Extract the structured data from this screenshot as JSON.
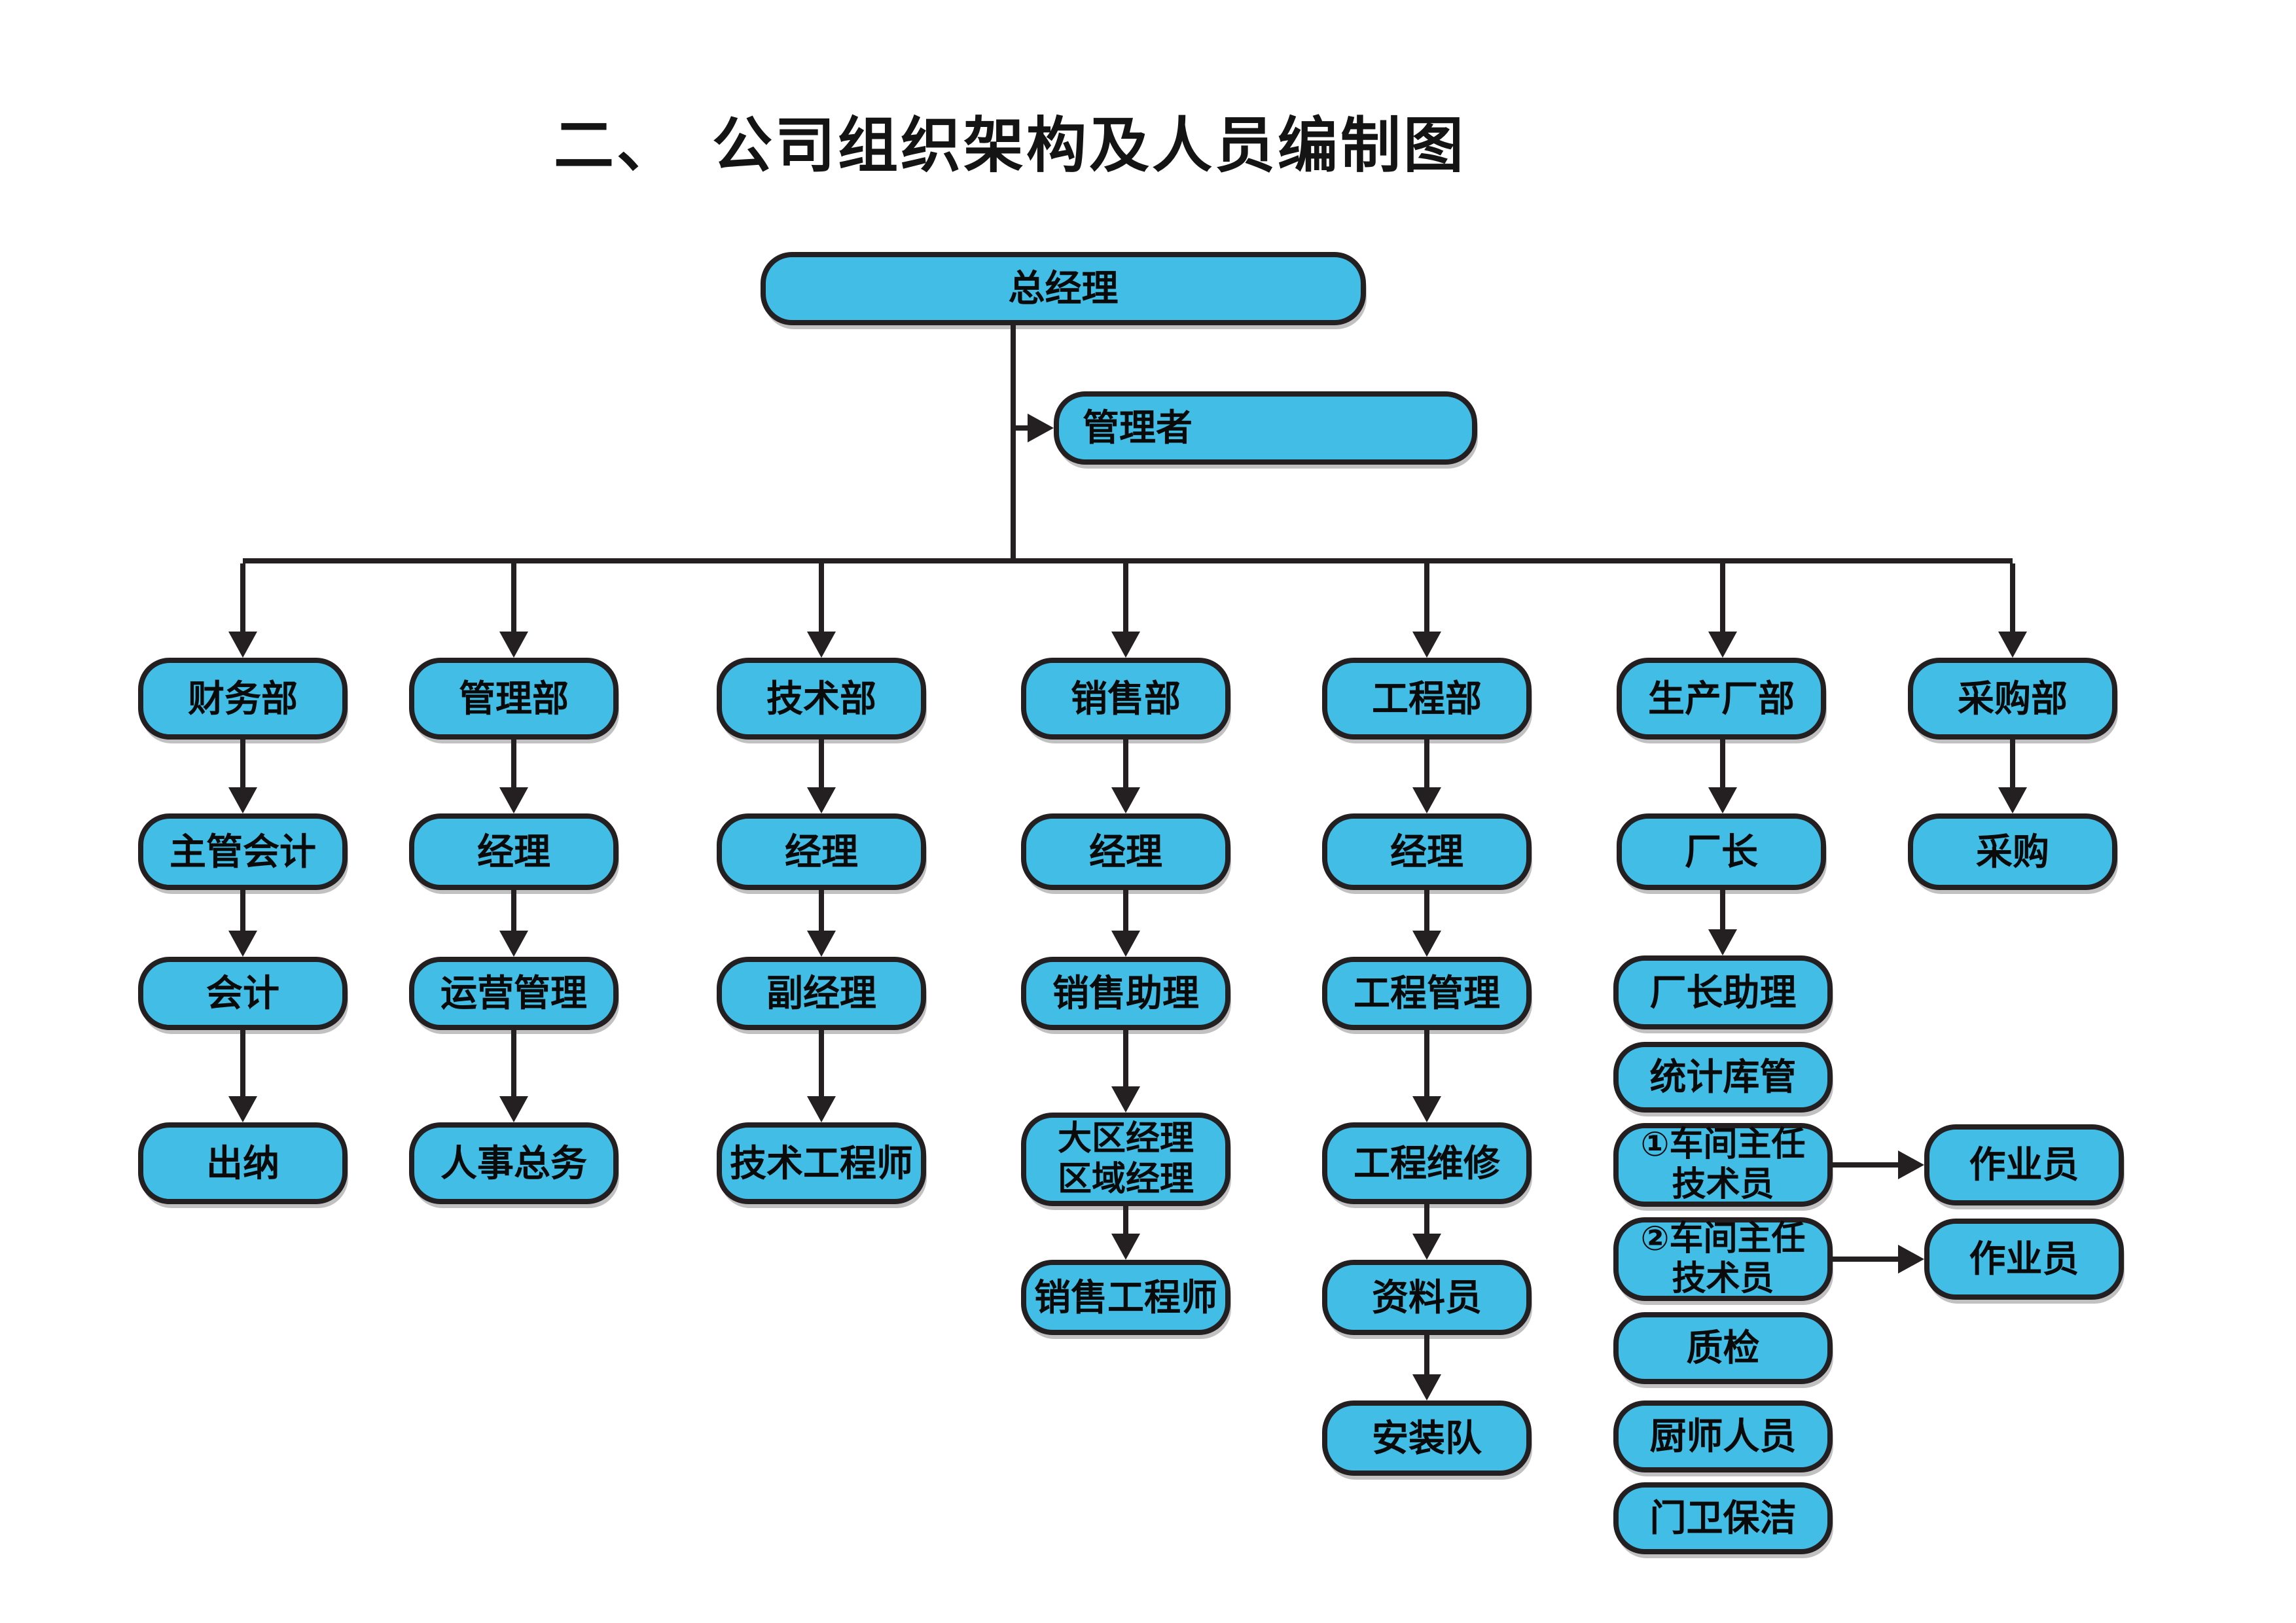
{
  "title": "二、　公司组织架构及人员编制图",
  "org": {
    "general_manager": "总经理",
    "manager": "管理者",
    "departments": [
      {
        "name": "财务部",
        "positions": [
          "主管会计",
          "会计",
          "出纳"
        ]
      },
      {
        "name": "管理部",
        "positions": [
          "经理",
          "运营管理",
          "人事总务"
        ]
      },
      {
        "name": "技术部",
        "positions": [
          "经理",
          "副经理",
          "技术工程师"
        ]
      },
      {
        "name": "销售部",
        "positions": [
          "经理",
          "销售助理",
          "大区经理",
          "区域经理",
          "销售工程师"
        ]
      },
      {
        "name": "工程部",
        "positions": [
          "经理",
          "工程管理",
          "工程维修",
          "资料员",
          "安装队"
        ]
      },
      {
        "name": "生产厂部",
        "positions": [
          "厂长",
          "厂长助理",
          "统计库管",
          "①车间主任",
          "技术员",
          "②车间主任",
          "技术员",
          "质检",
          "厨师人员",
          "门卫保洁"
        ],
        "workers": [
          "作业员",
          "作业员"
        ]
      },
      {
        "name": "采购部",
        "positions": [
          "采购"
        ]
      }
    ]
  },
  "colors": {
    "box_fill": "#41BDE6",
    "box_border": "#241F21",
    "connector": "#241F21",
    "title_text": "#141414"
  }
}
